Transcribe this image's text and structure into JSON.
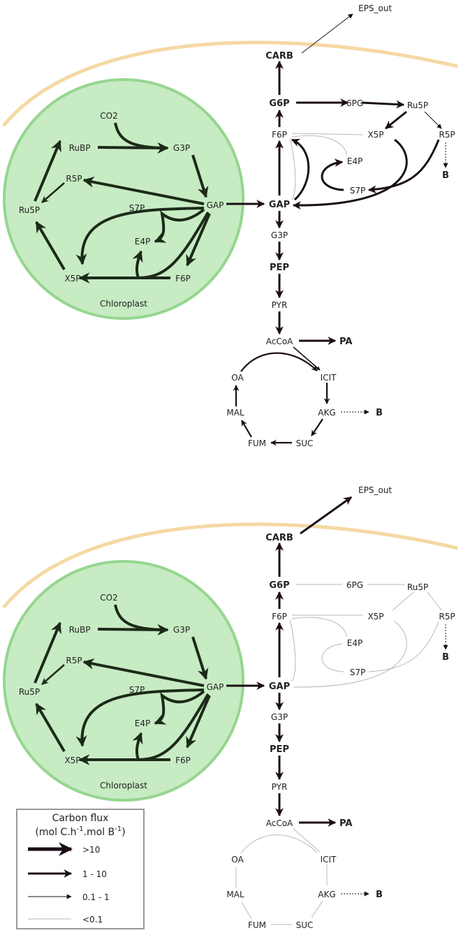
{
  "panel_top": {
    "nodes": {
      "eps_out": "EPS_out",
      "carb": "CARB",
      "g6p": "G6P",
      "pg6": "6PG",
      "ru5p_c": "Ru5P",
      "f6p_c": "F6P",
      "x5p_c": "X5P",
      "r5p_c": "R5P",
      "e4p_c": "E4P",
      "s7p_c": "S7P",
      "b_r5p": "B",
      "gap_c": "GAP",
      "g3p_c": "G3P",
      "pep": "PEP",
      "pyr": "PYR",
      "accoa": "AcCoA",
      "pa": "PA",
      "oa": "OA",
      "icit": "ICIT",
      "mal": "MAL",
      "akg": "AKG",
      "b_akg": "B",
      "fum": "FUM",
      "suc": "SUC",
      "co2": "CO2",
      "rubp": "RuBP",
      "g3p_p": "G3P",
      "r5p_p": "R5P",
      "ru5p_p": "Ru5P",
      "s7p_p": "S7P",
      "gap_p": "GAP",
      "e4p_p": "E4P",
      "x5p_p": "X5P",
      "f6p_p": "F6P",
      "chloroplast": "Chloroplast"
    }
  },
  "panel_bottom": {
    "nodes": {
      "eps_out": "EPS_out",
      "carb": "CARB",
      "g6p": "G6P",
      "pg6": "6PG",
      "ru5p_c": "Ru5P",
      "f6p_c": "F6P",
      "x5p_c": "X5P",
      "r5p_c": "R5P",
      "e4p_c": "E4P",
      "s7p_c": "S7P",
      "b_r5p": "B",
      "gap_c": "GAP",
      "g3p_c": "G3P",
      "pep": "PEP",
      "pyr": "PYR",
      "accoa": "AcCoA",
      "pa": "PA",
      "oa": "OA",
      "icit": "ICIT",
      "mal": "MAL",
      "akg": "AKG",
      "b_akg": "B",
      "fum": "FUM",
      "suc": "SUC",
      "co2": "CO2",
      "rubp": "RuBP",
      "g3p_p": "G3P",
      "r5p_p": "R5P",
      "ru5p_p": "Ru5P",
      "s7p_p": "S7P",
      "gap_p": "GAP",
      "e4p_p": "E4P",
      "x5p_p": "X5P",
      "f6p_p": "F6P",
      "chloroplast": "Chloroplast"
    }
  },
  "legend": {
    "title": "Carbon flux",
    "unit_prefix": "(mol C.h",
    "unit_sup1": "-1",
    "unit_mid": ".mol B",
    "unit_sup2": "-1",
    "unit_suffix": ")",
    "items": [
      {
        "label": ">10"
      },
      {
        "label": "1 - 10"
      },
      {
        "label": "0.1 - 1"
      },
      {
        "label": "<0.1"
      }
    ]
  },
  "colors": {
    "membrane": "#f5d9a4",
    "chloroplast_fill": "#c7ebc3",
    "chloroplast_stroke": "#95d690",
    "plastid_arrow": "#1c2a19",
    "cyto_arrow": "#1b0d18",
    "minor_flux": "#b8b8b8"
  }
}
